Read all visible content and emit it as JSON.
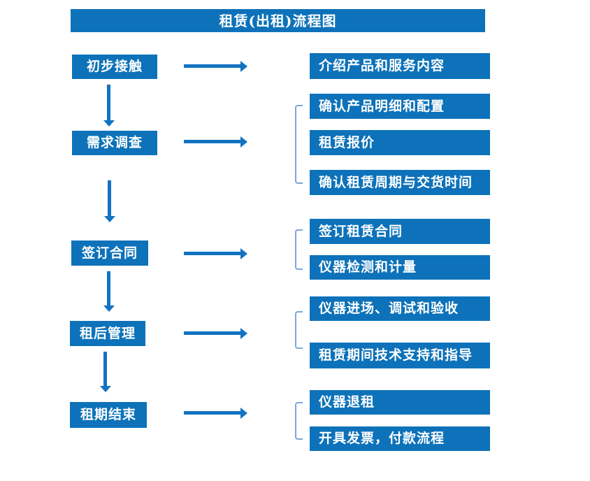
{
  "title": "租赁(出租)流程图",
  "colors": {
    "primary": "#0d72b9",
    "arrow": "#1273c2",
    "bracket": "#7da7d9"
  },
  "stages": [
    {
      "label": "初步接触",
      "outputs": [
        "介绍产品和服务内容"
      ]
    },
    {
      "label": "需求调查",
      "outputs": [
        "确认产品明细和配置",
        "租赁报价",
        "确认租赁周期与交货时间"
      ]
    },
    {
      "label": "签订合同",
      "outputs": [
        "签订租赁合同",
        "仪器检测和计量"
      ]
    },
    {
      "label": "租后管理",
      "outputs": [
        "仪器进场、调试和验收",
        "租赁期间技术支持和指导"
      ]
    },
    {
      "label": "租期结束",
      "outputs": [
        "仪器退租",
        "开具发票，付款流程"
      ]
    }
  ]
}
